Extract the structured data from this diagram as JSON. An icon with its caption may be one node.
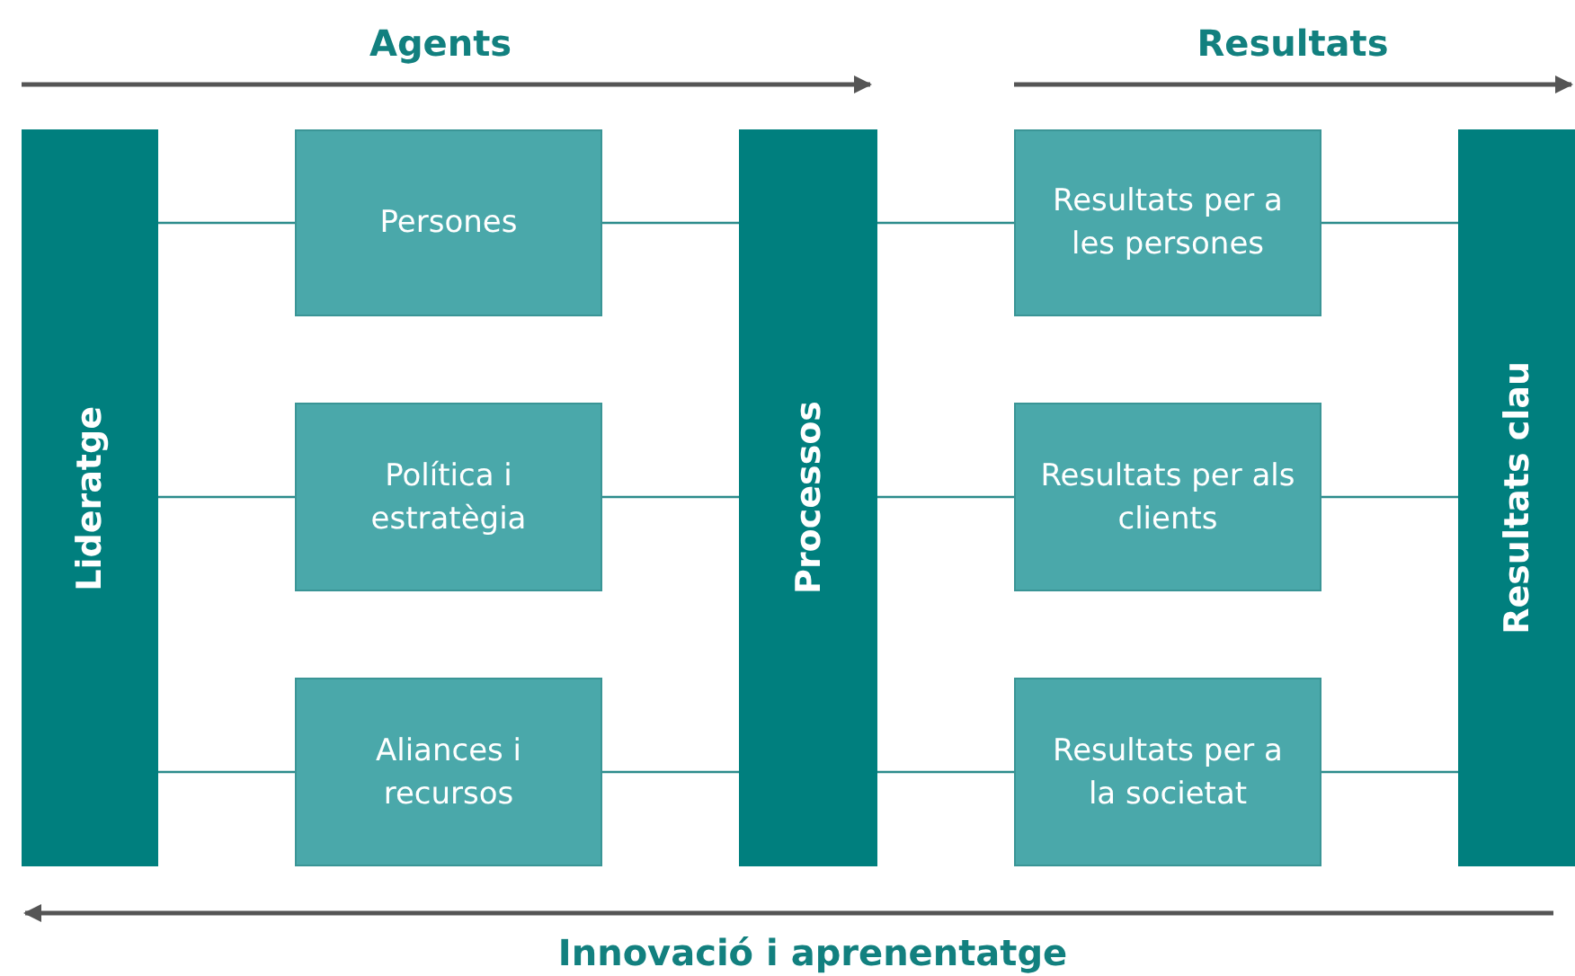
{
  "diagram": {
    "nodes": [
      {
        "text": [
          "Lideratge"
        ]
      },
      {
        "text": [
          "Persones"
        ]
      },
      {
        "text": [
          "Política i estratègia"
        ]
      },
      {
        "text": [
          "Aliances i recursos"
        ]
      },
      {
        "text": [
          "Processos"
        ]
      },
      {
        "text": [
          "Resultats per a les persones"
        ]
      },
      {
        "text": [
          "Resultats per als clients"
        ]
      },
      {
        "text": [
          "Resultats per a la societat"
        ]
      },
      {
        "text": [
          "Resultats clau"
        ]
      }
    ],
    "edges": [
      {
        "from": 0,
        "to": 1,
        "arrow": "none"
      },
      {
        "from": 0,
        "to": 2,
        "arrow": "none"
      },
      {
        "from": 0,
        "to": 3,
        "arrow": "none"
      },
      {
        "from": 1,
        "to": 4,
        "arrow": "none"
      },
      {
        "from": 2,
        "to": 4,
        "arrow": "none"
      },
      {
        "from": 3,
        "to": 4,
        "arrow": "none"
      },
      {
        "from": 4,
        "to": 5,
        "arrow": "none"
      },
      {
        "from": 4,
        "to": 6,
        "arrow": "none"
      },
      {
        "from": 4,
        "to": 7,
        "arrow": "none"
      },
      {
        "from": 5,
        "to": 8,
        "arrow": "none"
      },
      {
        "from": 6,
        "to": 8,
        "arrow": "none"
      },
      {
        "from": 7,
        "to": 8,
        "arrow": "none"
      }
    ],
    "labels": [
      "Agents",
      "Resultats",
      "Innovació i aprenentatge"
    ]
  }
}
